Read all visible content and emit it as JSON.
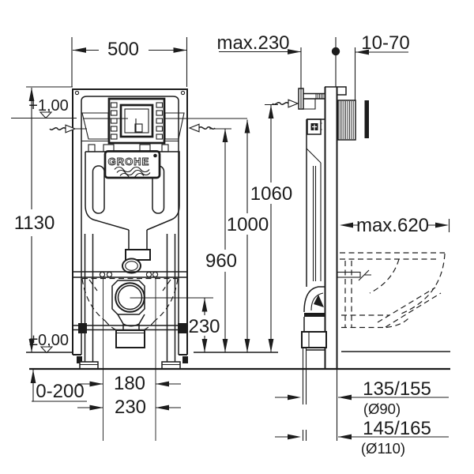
{
  "page": {
    "background": "#ffffff",
    "line_color": "#1c1c1c",
    "kind": "technical installation dimension drawing"
  },
  "drawing": {
    "brand": "GROHE",
    "subject": "Concealed cistern installation frame for wall-hung WC, front view and side view with toilet bowl outline",
    "views": [
      "front-view",
      "side-view"
    ]
  },
  "labels": {
    "width_top": "500",
    "height_frame": "1130",
    "level_plus": "+1,00",
    "level_zero": "±0,00",
    "height_1060": "1060",
    "height_1000": "1000",
    "height_960": "960",
    "outlet_height": "230",
    "floor_range": "0-200",
    "bolt_spacing_inner": "180",
    "bolt_spacing_outer": "230",
    "depth_max": "max.230",
    "wall_thickness_range": "10-70",
    "bowl_depth_max": "max.620",
    "drain_offset_90": "135/155",
    "drain_dia_90": "(Ø90)",
    "drain_offset_110": "145/165",
    "drain_dia_110": "(Ø110)",
    "logo": "GROHE"
  }
}
